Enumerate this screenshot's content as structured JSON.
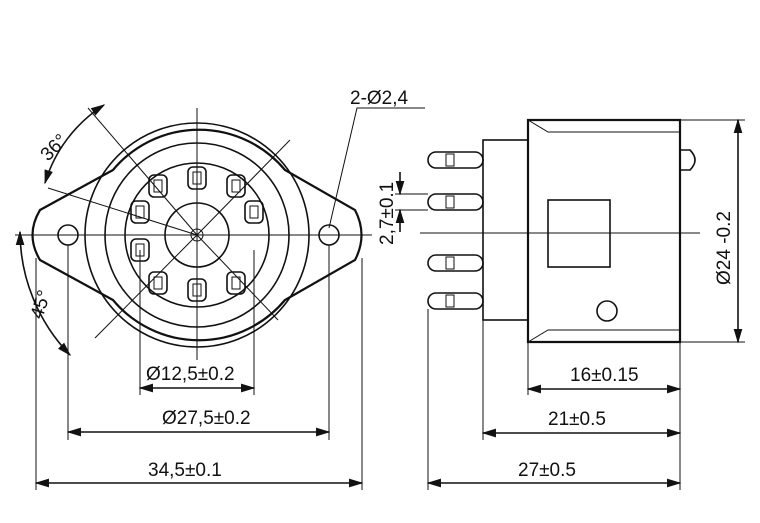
{
  "labels": {
    "holes": "2-Ø2,4",
    "angle_top": "36°",
    "angle_bottom": "45°",
    "pin_circle": "Ø12,5±0.2",
    "mount_circle": "Ø27,5±0.2",
    "flange_width": "34,5±0.1",
    "pin_width": "2,7±0.1",
    "body_dia": "Ø24 -0.2",
    "len_16": "16±0.15",
    "len_21": "21±0.5",
    "len_27": "27±0.5"
  }
}
